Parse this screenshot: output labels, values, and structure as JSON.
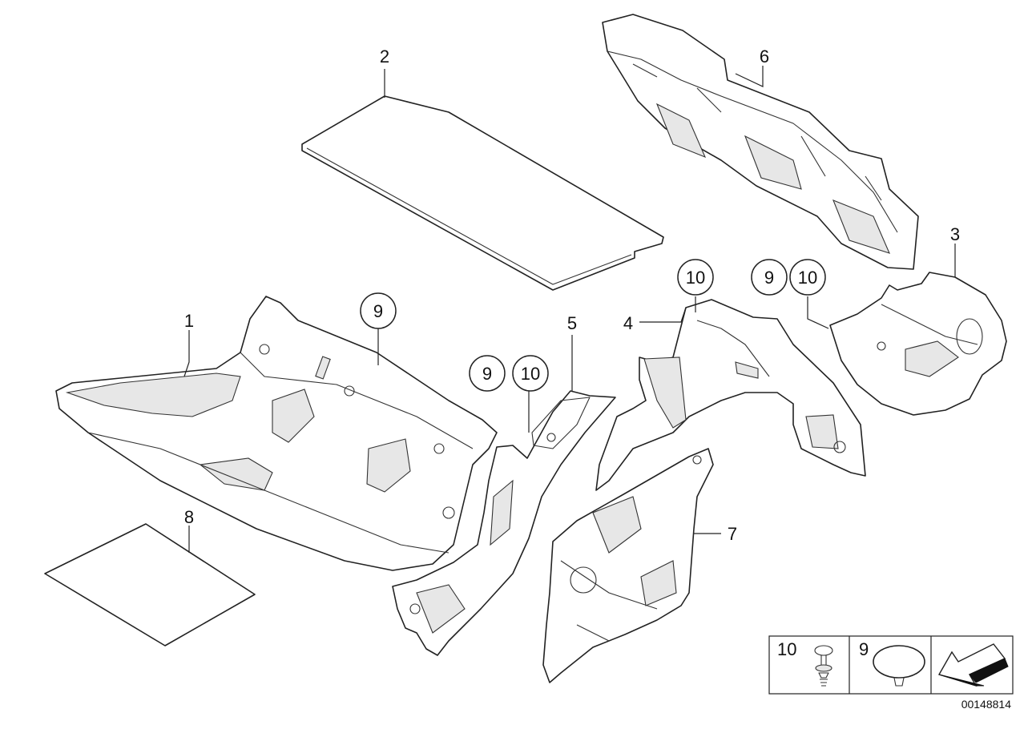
{
  "diagram": {
    "part_labels": {
      "p1": "1",
      "p2": "2",
      "p3": "3",
      "p4": "4",
      "p5": "5",
      "p6": "6",
      "p7": "7",
      "p8": "8"
    },
    "callouts": {
      "c9_center": "9",
      "c9_a": "9",
      "c10_a": "10",
      "c10_b": "10",
      "c9_b": "9",
      "c10_c": "10"
    },
    "legend": {
      "item_10_label": "10",
      "item_9_label": "9"
    },
    "catalog_number": "00148814"
  }
}
